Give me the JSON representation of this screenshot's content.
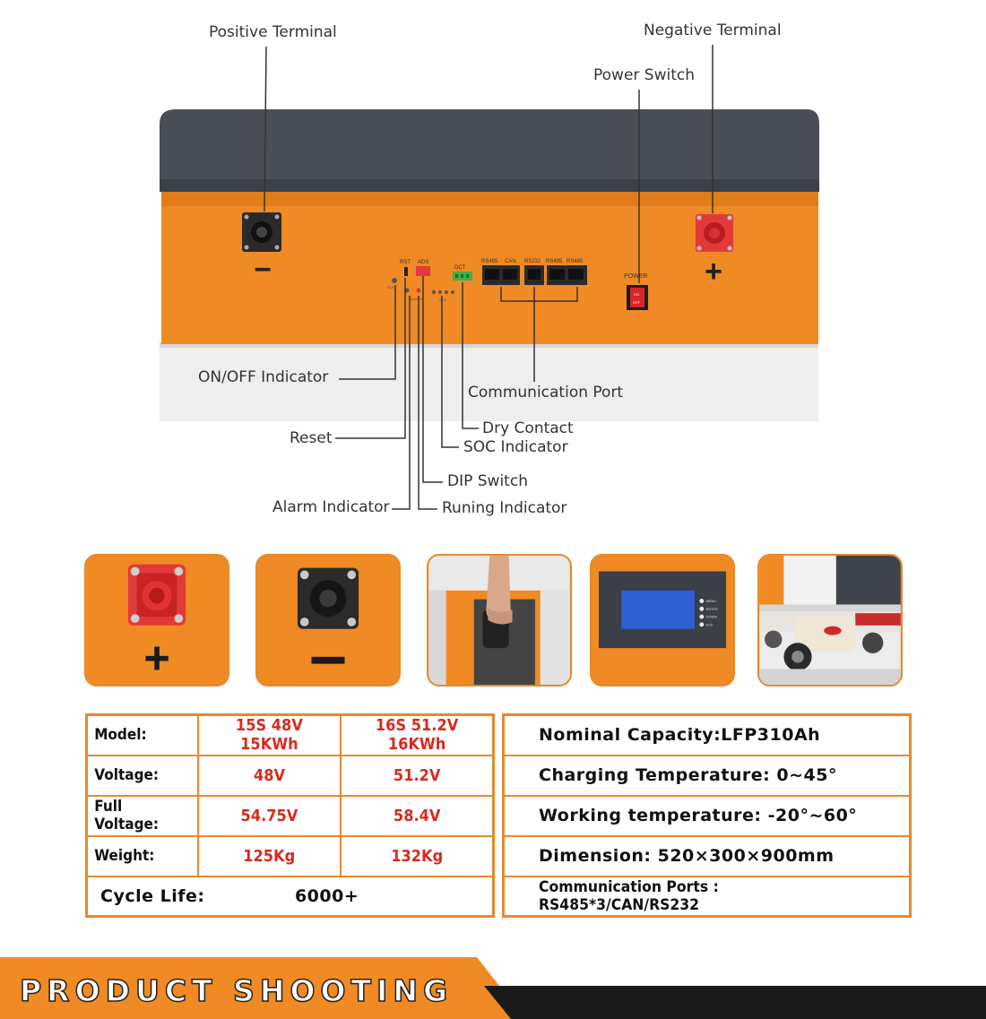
{
  "diagram": {
    "callouts": {
      "positive_terminal": "Positive Terminal",
      "negative_terminal": "Negative Terminal",
      "power_switch": "Power Switch",
      "on_off_indicator": "ON/OFF Indicator",
      "communication_port": "Communication Port",
      "reset": "Reset",
      "dry_contact": "Dry Contact",
      "soc_indicator": "SOC Indicator",
      "dip_switch": "DIP Switch",
      "alarm_indicator": "Alarm Indicator",
      "running_indicator": "Runing Indicator"
    },
    "panel": {
      "rst": "RST",
      "ads": "ADS",
      "dct": "DCT",
      "soc": "SOC",
      "run": "RUN",
      "alarm": "ALARM",
      "ports": [
        "RS485",
        "CAN",
        "RS232",
        "RS485",
        "RS485"
      ],
      "power": "POWER",
      "switch_on": "ON",
      "switch_off": "OFF",
      "minus": "−",
      "plus": "+"
    }
  },
  "thumbnails": {
    "plus": "+",
    "minus": "−",
    "display_buttons": [
      "MENU",
      "ENTER",
      "DOWN",
      "ESC"
    ]
  },
  "specs_left": {
    "header": {
      "label": "Model:",
      "col1": "15S 48V 15KWh",
      "col2": "16S 51.2V 16KWh"
    },
    "rows": [
      {
        "label": "Voltage:",
        "col1": "48V",
        "col2": "51.2V"
      },
      {
        "label": "Full Voltage:",
        "col1": "54.75V",
        "col2": "58.4V"
      },
      {
        "label": "Weight:",
        "col1": "125Kg",
        "col2": "132Kg"
      }
    ],
    "cycle_life": {
      "label": "Cycle Life:",
      "value": "6000+"
    }
  },
  "specs_right": [
    "Nominal Capacity:LFP310Ah",
    "Charging Temperature: 0~45°",
    "Working temperature: -20°~60°",
    "Dimension: 520×300×900mm",
    "Communication Ports : RS485*3/CAN/RS232"
  ],
  "banner": {
    "title": "PRODUCT SHOOTING"
  },
  "colors": {
    "orange": "#f08a24",
    "lid": "#4a4e57",
    "red_value": "#d62b20",
    "table_border": "#e58a2c"
  }
}
